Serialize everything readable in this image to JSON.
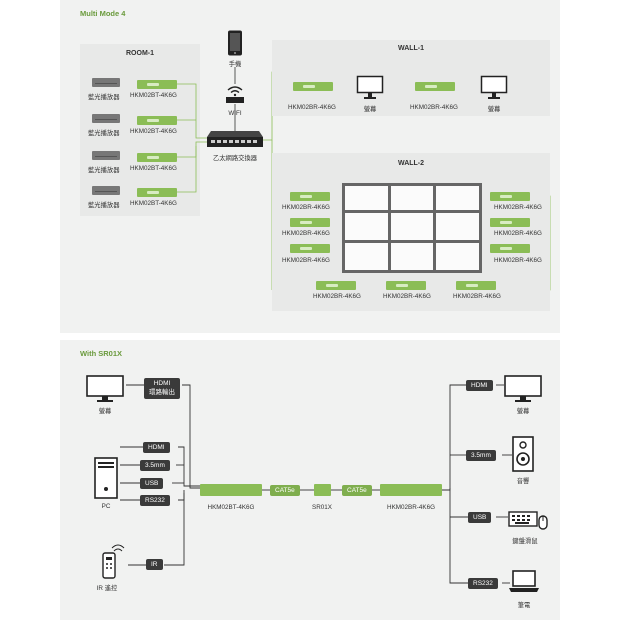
{
  "section1": {
    "title": "Multi Mode 4",
    "room1": {
      "title": "ROOM-1",
      "rows": [
        {
          "source": "藍光播放器",
          "device": "HKM02BT-4K6G"
        },
        {
          "source": "藍光播放器",
          "device": "HKM02BT-4K6G"
        },
        {
          "source": "藍光播放器",
          "device": "HKM02BT-4K6G"
        },
        {
          "source": "藍光播放器",
          "device": "HKM02BT-4K6G"
        }
      ]
    },
    "phone_label": "手機",
    "wifi_label": "WIFI",
    "switch_label": "乙太網路交換器",
    "wall1": {
      "title": "WALL-1",
      "receiver1": "HKM02BR-4K6G",
      "display1": "螢幕",
      "receiver2": "HKM02BR-4K6G",
      "display2": "螢幕"
    },
    "wall2": {
      "title": "WALL-2",
      "left": [
        "HKM02BR-4K6G",
        "HKM02BR-4K6G",
        "HKM02BR-4K6G"
      ],
      "right": [
        "HKM02BR-4K6G",
        "HKM02BR-4K6G",
        "HKM02BR-4K6G"
      ],
      "bottom": [
        "HKM02BR-4K6G",
        "HKM02BR-4K6G",
        "HKM02BR-4K6G"
      ]
    }
  },
  "section2": {
    "title": "With SR01X",
    "left": {
      "monitor_label": "螢幕",
      "hdmi_loop_label_1": "HDMI",
      "hdmi_loop_label_2": "環路輸出",
      "pc_tags": [
        "HDMI",
        "3.5mm",
        "USB",
        "RS232"
      ],
      "pc_label": "PC",
      "ir_tag": "IR",
      "ir_label": "IR 遙控"
    },
    "chain": {
      "transmitter": "HKM02BT-4K6G",
      "cable1": "CAT5e",
      "repeater": "SR01X",
      "cable2": "CAT5e",
      "receiver": "HKM02BR-4K6G"
    },
    "right": {
      "hdmi_tag": "HDMI",
      "monitor_label": "螢幕",
      "audio_tag": "3.5mm",
      "speaker_label": "音響",
      "usb_tag": "USB",
      "keyboard_label": "鍵盤滑鼠",
      "rs232_tag": "RS232",
      "laptop_label": "筆電"
    }
  }
}
